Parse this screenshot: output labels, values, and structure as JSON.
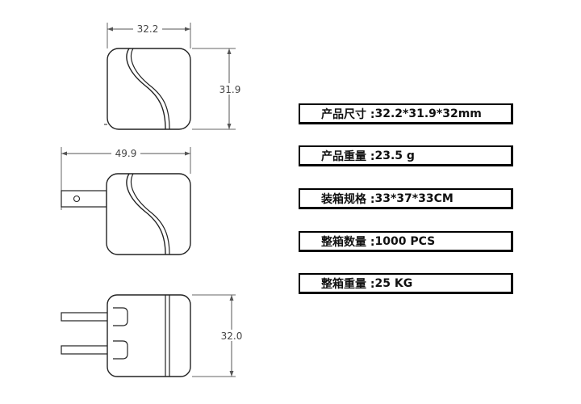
{
  "dimensions": {
    "front_width": "32.2",
    "front_height": "31.9",
    "side_length": "49.9",
    "bottom_depth": "32.0"
  },
  "specs": [
    {
      "label": "产品尺寸 : ",
      "value": "32.2*31.9*32mm"
    },
    {
      "label": "产品重量 :  ",
      "value": "23.5 g"
    },
    {
      "label": "装箱规格 :  ",
      "value": "33*37*33CM"
    },
    {
      "label": "整箱数量 : ",
      "value": "1000 PCS"
    },
    {
      "label": "整箱重量 :  ",
      "value": "25 KG"
    }
  ],
  "colors": {
    "line": "#222222",
    "dim": "#555555",
    "border": "#000000"
  }
}
